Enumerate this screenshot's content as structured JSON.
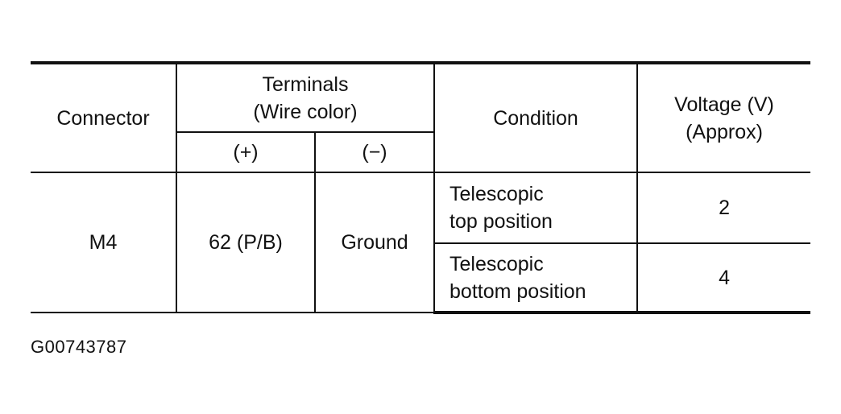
{
  "table": {
    "headers": {
      "connector": "Connector",
      "terminals_line1": "Terminals",
      "terminals_line2": "(Wire color)",
      "plus": "(+)",
      "minus": "(−)",
      "condition": "Condition",
      "voltage_line1": "Voltage (V)",
      "voltage_line2": "(Approx)"
    },
    "row": {
      "connector": "M4",
      "plus_terminal": "62 (P/B)",
      "minus_terminal": "Ground",
      "conditions": [
        {
          "line1": "Telescopic",
          "line2": "top position",
          "voltage": "2"
        },
        {
          "line1": "Telescopic",
          "line2": "bottom position",
          "voltage": "4"
        }
      ]
    }
  },
  "figure_id": "G00743787"
}
